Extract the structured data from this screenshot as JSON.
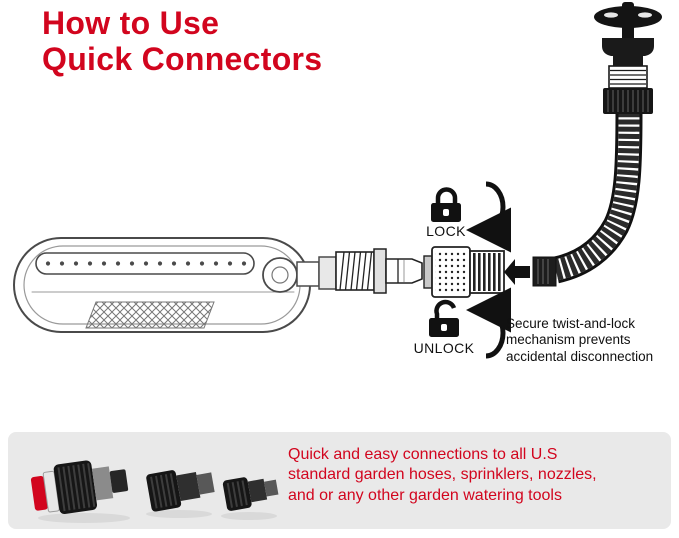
{
  "title": {
    "line1": "How to Use",
    "line2": "Quick Connectors"
  },
  "diagram": {
    "lock_label": "LOCK",
    "unlock_label": "UNLOCK",
    "note": "Secure twist-and-lock\nmechanism prevents\naccidental disconnection",
    "icons": {
      "lock": "closed-padlock-icon",
      "unlock": "open-padlock-icon",
      "lock_rotation": "curved-arrow-clockwise-icon",
      "unlock_rotation": "curved-arrow-counterclockwise-icon",
      "connection": "left-arrow-icon"
    },
    "illustrations": [
      "oscillating-sprinkler",
      "male-thread-adapter",
      "quick-connector-coupler",
      "flexible-hose-elbow",
      "outdoor-faucet"
    ]
  },
  "footer": {
    "text": "Quick and easy connections to all U.S\nstandard garden hoses, sprinklers, nozzles,\nand or any other garden watering tools",
    "products": [
      "large-quick-connector-with-red-ring",
      "medium-quick-connector",
      "small-quick-connector"
    ]
  },
  "colors": {
    "accent_red": "#d2051e",
    "footer_bg": "#e9e9e9",
    "line_art": "#141414"
  }
}
